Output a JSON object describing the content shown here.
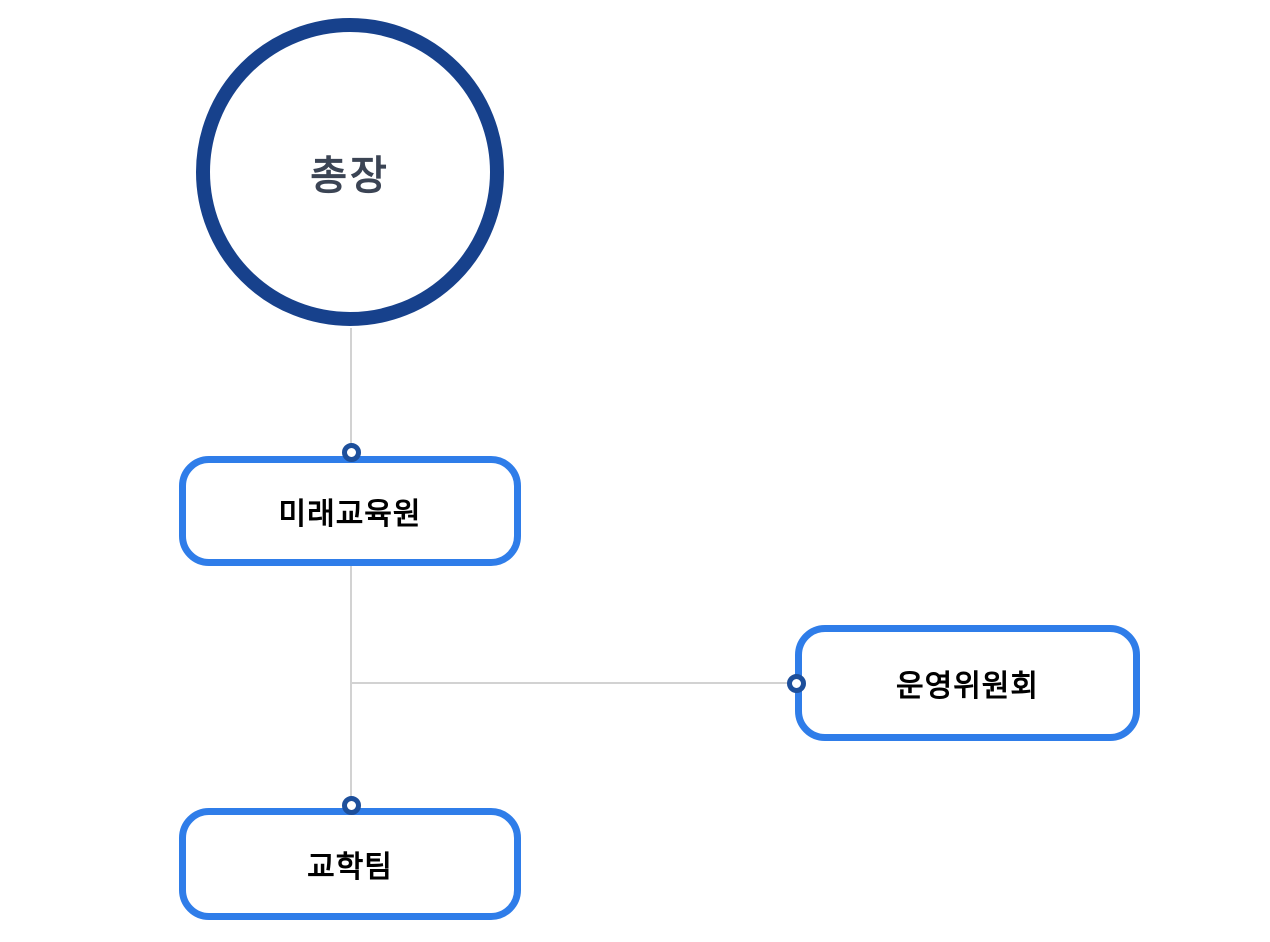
{
  "org_chart": {
    "type": "org-tree",
    "root": {
      "id": "president",
      "label": "총장",
      "shape": "circle"
    },
    "nodes": [
      {
        "id": "mirae",
        "label": "미래교육원",
        "parent": "president",
        "shape": "rounded-box"
      },
      {
        "id": "committee",
        "label": "운영위원회",
        "parent": "mirae",
        "shape": "rounded-box"
      },
      {
        "id": "team",
        "label": "교학팀",
        "parent": "mirae",
        "shape": "rounded-box"
      }
    ]
  },
  "colors": {
    "circle_border": "#17418c",
    "box_border": "#2f7de9",
    "dot_ring": "#1d4f9b",
    "line": "#d2d2d2",
    "root_text": "#3b4454",
    "box_text": "#000000",
    "page_bg": "#ffffff"
  }
}
